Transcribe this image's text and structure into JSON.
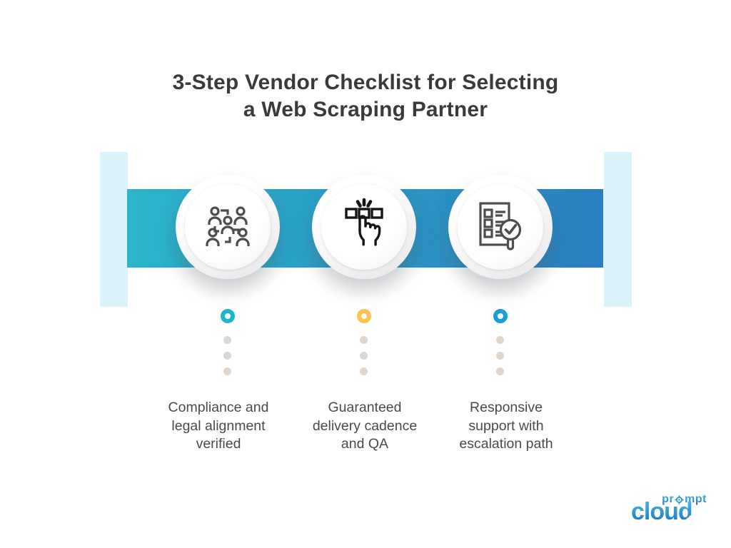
{
  "title": {
    "line1": "3-Step Vendor Checklist for Selecting",
    "line2": "a Web Scraping Partner"
  },
  "steps": [
    {
      "icon": "team-network-icon",
      "marker_color": "#1fb5cb",
      "label": "Compliance and\nlegal alignment\nverified"
    },
    {
      "icon": "choose-option-icon",
      "marker_color": "#fcc351",
      "label": "Guaranteed\ndelivery cadence\nand QA"
    },
    {
      "icon": "checklist-review-icon",
      "marker_color": "#1a9fd8",
      "label": "Responsive\nsupport with\nescalation path"
    }
  ],
  "colors": {
    "band_gradient_start": "#2bb5cb",
    "band_gradient_end": "#2a7fc0",
    "accent_strip": "#d9f4fb",
    "connector_dot": "#ddd5ce",
    "title_text": "#3b3a39",
    "label_text": "#4b4a46",
    "icon_stroke": "#4d4d4d"
  },
  "logo": {
    "prompt_pre": "pr",
    "prompt_post": "mpt",
    "cloud": "cloud"
  }
}
